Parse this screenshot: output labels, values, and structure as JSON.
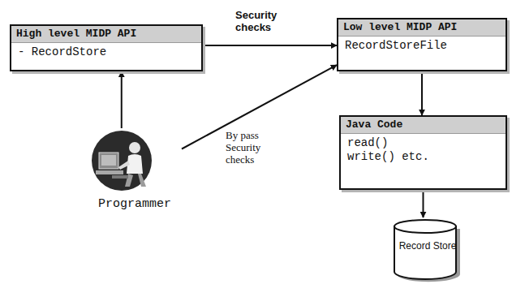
{
  "diagram": {
    "nodes": [
      {
        "text": [
          "High level MIDP API",
          "- RecordStore"
        ]
      },
      {
        "text": [
          "Low level MIDP API",
          "RecordStoreFile"
        ]
      },
      {
        "text": [
          "Java Code",
          "read() write() etc."
        ]
      },
      {
        "text": [
          "Programmer"
        ]
      },
      {
        "text": [
          "Record Store"
        ]
      }
    ],
    "edges": [
      {
        "from": 0,
        "to": 1,
        "label": "Security checks",
        "arrow": "to"
      },
      {
        "from": 3,
        "to": 0,
        "arrow": "to"
      },
      {
        "from": 3,
        "to": 1,
        "label": "By pass Security checks",
        "arrow": "to"
      },
      {
        "from": 1,
        "to": 2,
        "arrow": "to"
      },
      {
        "from": 2,
        "to": 4,
        "arrow": "to"
      }
    ]
  }
}
